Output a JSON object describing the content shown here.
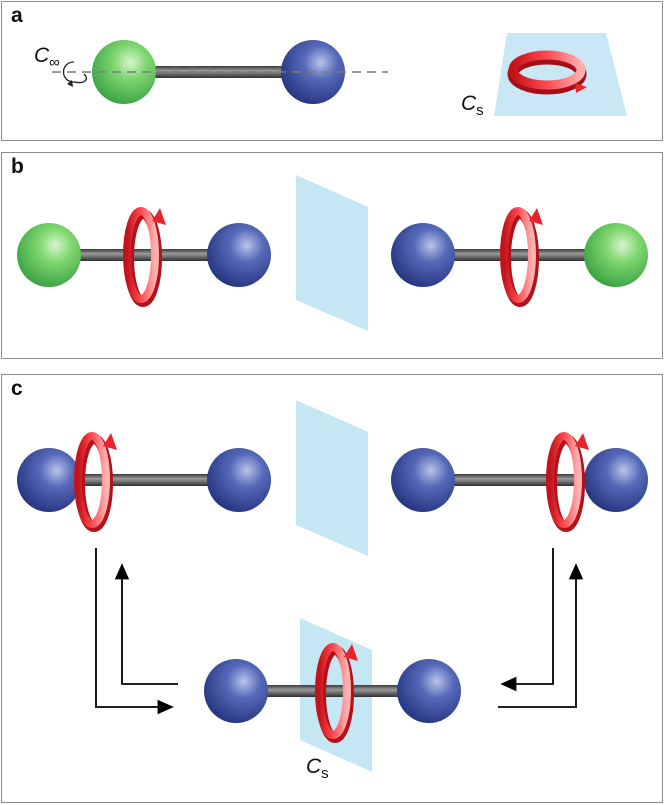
{
  "panels": {
    "a": {
      "label": "a"
    },
    "b": {
      "label": "b"
    },
    "c": {
      "label": "c"
    }
  },
  "symbols": {
    "c_inf": {
      "base": "C",
      "sub": "∞"
    },
    "c_s": {
      "base": "C",
      "sub": "s"
    }
  },
  "colors": {
    "green_atom": "#3db54a",
    "blue_atom": "#2b3f93",
    "bond": "#5a5a5a",
    "rotation_ring": "#e8242a",
    "mirror_plane": "#bfe3f2",
    "panel_border": "#8c8c8c"
  },
  "icons": [
    "rotation-ring-icon",
    "mirror-plane-icon",
    "arrow-icon"
  ]
}
